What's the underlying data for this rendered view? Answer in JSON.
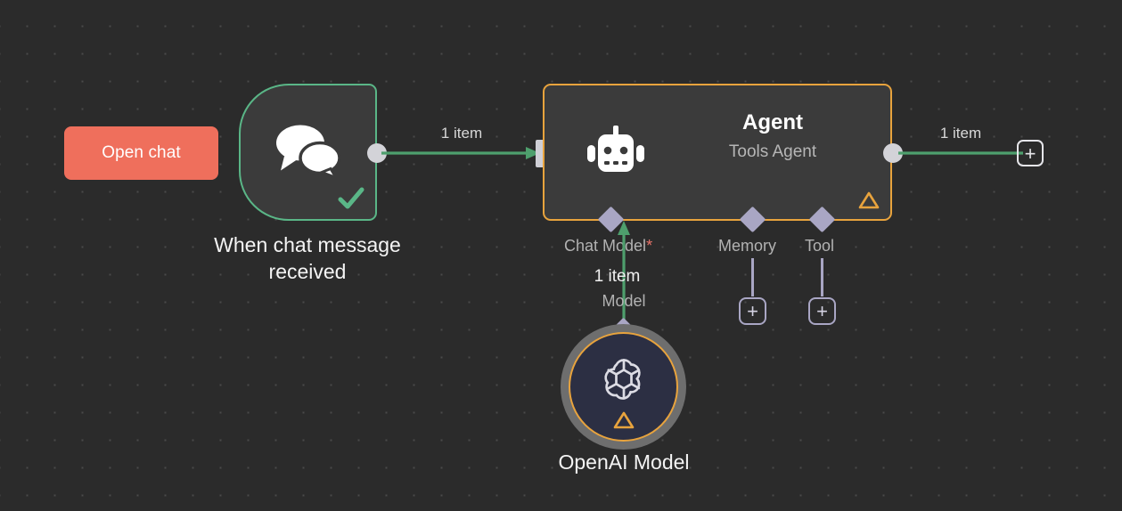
{
  "canvas": {
    "background_color": "#2b2b2b",
    "grid_dot_color": "#4a4a4a"
  },
  "open_chat": {
    "label": "Open chat",
    "color": "#ef6f5c"
  },
  "trigger_node": {
    "label": "When chat message received",
    "icon": "chat-bubbles-icon",
    "status_icon": "checkmark-icon",
    "border_color": "#5ab687",
    "fill_color": "#3b3b3b"
  },
  "main_connection": {
    "label": "1 item",
    "color": "#4e9f6d"
  },
  "agent_node": {
    "title": "Agent",
    "subtitle": "Tools Agent",
    "icon": "robot-icon",
    "warning_icon": "warning-triangle-icon",
    "border_color": "#e8a33d",
    "fill_color": "#3b3b3b"
  },
  "output_connection": {
    "label": "1 item",
    "add_label": "+",
    "color": "#4e9f6d"
  },
  "sub_connections": [
    {
      "name": "chat-model",
      "label": "Chat Model",
      "required": true,
      "required_marker": "*",
      "count_label": "1 item",
      "type_label": "Model",
      "connected": true
    },
    {
      "name": "memory",
      "label": "Memory",
      "required": false,
      "add_label": "+",
      "connected": false
    },
    {
      "name": "tool",
      "label": "Tool",
      "required": false,
      "add_label": "+",
      "connected": false
    }
  ],
  "openai_node": {
    "label": "OpenAI Model",
    "icon": "openai-logo-icon",
    "warning_icon": "warning-triangle-icon",
    "ring_color": "#6e6e6e",
    "border_color": "#e8a33d",
    "fill_color": "#2c2f43"
  }
}
